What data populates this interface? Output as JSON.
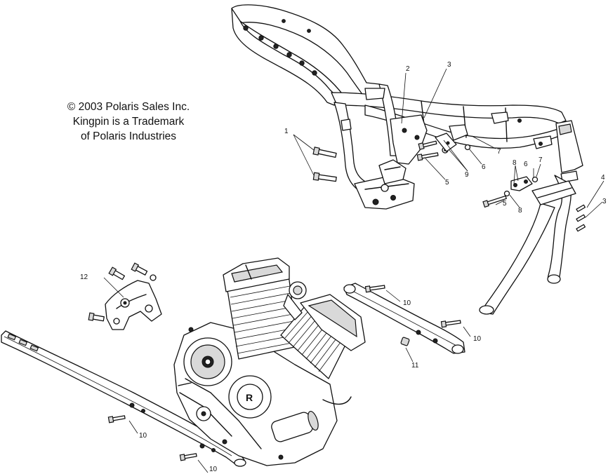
{
  "copyright": {
    "line1": "© 2003 Polaris Sales Inc.",
    "line2": "Kingpin is a Trademark",
    "line3": "of Polaris Industries"
  },
  "callouts": {
    "c1": "1",
    "c2": "2",
    "c3a": "3",
    "c3b": "3",
    "c4": "4",
    "c5a": "5",
    "c5b": "5",
    "c6a": "6",
    "c6b": "6",
    "c7a": "7",
    "c7b": "7",
    "c8a": "8",
    "c8b": "8",
    "c9": "9",
    "c10a": "10",
    "c10b": "10",
    "c10c": "10",
    "c10d": "10",
    "c11": "11",
    "c12": "12"
  }
}
